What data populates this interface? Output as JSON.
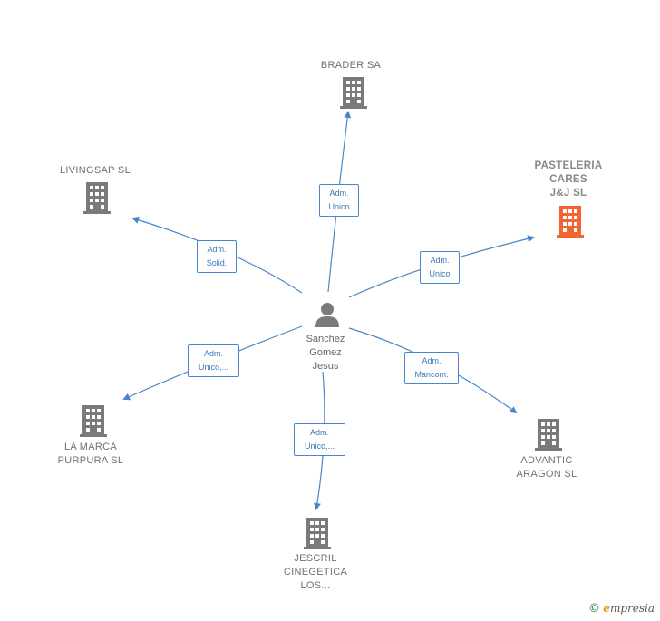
{
  "center": {
    "lines": [
      "Sanchez",
      "Gomez",
      "Jesus"
    ]
  },
  "companies": [
    {
      "id": "brader",
      "lines": [
        "BRADER SA"
      ],
      "highlight": false
    },
    {
      "id": "livingsap",
      "lines": [
        "LIVINGSAP  SL"
      ],
      "highlight": false
    },
    {
      "id": "pasteleria",
      "lines": [
        "PASTELERIA",
        "CARES",
        "J&J  SL"
      ],
      "highlight": true
    },
    {
      "id": "lamarca",
      "lines": [
        "LA MARCA",
        "PURPURA SL"
      ],
      "highlight": false
    },
    {
      "id": "advantic",
      "lines": [
        "ADVANTIC",
        "ARAGON  SL"
      ],
      "highlight": false
    },
    {
      "id": "jescril",
      "lines": [
        "JESCRIL",
        "CINEGETICA",
        "LOS..."
      ],
      "highlight": false
    }
  ],
  "edges": [
    {
      "to": "brader",
      "lines": [
        "Adm.",
        "Unico"
      ]
    },
    {
      "to": "livingsap",
      "lines": [
        "Adm.",
        "Solid."
      ]
    },
    {
      "to": "pasteleria",
      "lines": [
        "Adm.",
        "Unico"
      ]
    },
    {
      "to": "lamarca",
      "lines": [
        "Adm.",
        "Unico,..."
      ]
    },
    {
      "to": "advantic",
      "lines": [
        "Adm.",
        "Mancom."
      ]
    },
    {
      "to": "jescril",
      "lines": [
        "Adm.",
        "Unico,..."
      ]
    }
  ],
  "footer": {
    "copyright_symbol": "©",
    "brand_initial": "e",
    "brand_rest": "mpresia"
  },
  "colors": {
    "edge": "#4a86c9",
    "building": "#7a7a7a",
    "building_highlight": "#f26532",
    "person": "#7a7a7a"
  }
}
